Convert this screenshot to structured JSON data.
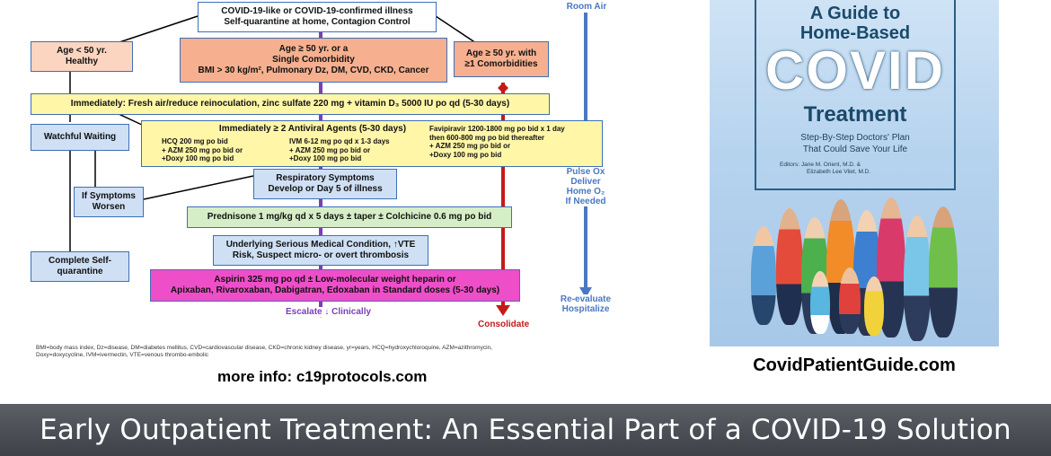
{
  "flowchart": {
    "top_box": {
      "line1": "COVID-19-like or COVID-19-confirmed illness",
      "line2": "Self-quarantine at home, Contagion Control"
    },
    "age_under_50": {
      "line1": "Age < 50 yr.",
      "line2": "Healthy"
    },
    "age_over_50_single": {
      "line1": "Age ≥ 50 yr. or a",
      "line2": "Single Comorbidity",
      "line3": "BMI > 30 kg/m², Pulmonary Dz, DM, CVD, CKD, Cancer"
    },
    "age_over_50_multi": {
      "line1": "Age ≥ 50 yr. with",
      "line2": "≥1 Comorbidities"
    },
    "immediately_fresh_air": "Immediately:  Fresh air/reduce reinoculation, zinc sulfate 220 mg + vitamin D₃ 5000 IU po qd  (5-30 days)",
    "watchful_waiting": "Watchful Waiting",
    "antiviral": {
      "header": "Immediately ≥ 2 Antiviral Agents (5-30 days)",
      "hcq": [
        "HCQ 200 mg po bid",
        "+ AZM 250 mg po bid or",
        "+Doxy 100 mg po bid"
      ],
      "ivm": [
        "IVM 6-12 mg po qd x 1-3 days",
        "+ AZM 250 mg po bid or",
        "+Doxy 100 mg po bid"
      ],
      "favipiravir": [
        "Favipiravir 1200-1800 mg po bid x 1 day",
        "then 600-800  mg po bid thereafter",
        "+ AZM 250 mg po bid or",
        "+Doxy 100 mg po bid"
      ]
    },
    "respiratory": {
      "line1": "Respiratory Symptoms",
      "line2": "Develop or Day 5 of illness"
    },
    "if_symptoms_worsen": {
      "line1": "If Symptoms",
      "line2": "Worsen"
    },
    "prednisone": "Prednisone 1 mg/kg qd x 5 days ± taper ± Colchicine 0.6 mg po bid",
    "underlying": {
      "line1": "Underlying Serious Medical Condition, ↑VTE",
      "line2": "Risk, Suspect micro- or overt thrombosis"
    },
    "complete_self_quarantine": {
      "line1": "Complete Self-",
      "line2": "quarantine"
    },
    "aspirin": {
      "line1": "Aspirin 325 mg po qd ± Low-molecular weight heparin or",
      "line2": "Apixaban, Rivaroxaban, Dabigatran, Edoxaban in Standard doses (5-30 days)"
    },
    "escalate": "Escalate ↓ Clinically",
    "consolidate": "Consolidate",
    "side_labels": {
      "room_air": "Room Air",
      "pulse_ox": [
        "Pulse Ox",
        "Deliver",
        "Home O₂",
        "If Needed"
      ],
      "reevaluate": [
        "Re-evaluate",
        "Hospitalize"
      ]
    },
    "footnote": [
      "BMI=body mass index, Dz=disease, DM=diabetes mellitus, CVD=cardiovascular disease, CKD=chronic kidney disease, yr=years, HCQ=hydroxychloroquine, AZM=azithromycin,",
      "Doxy=doxycycline, IVM=ivermectin, VTE=venous thrombo-embolic"
    ],
    "more_info": "more info: c19protocols.com"
  },
  "book": {
    "title1": "A Guide to",
    "title2": "Home-Based",
    "title3": "COVID",
    "title4": "Treatment",
    "subtitle1": "Step-By-Step Doctors' Plan",
    "subtitle2": "That Could Save Your Life",
    "editors_label": "Editors:",
    "editor1": "Jane M. Orient, M.D. &",
    "editor2": "Elizabeth Lee Vliet, M.D.",
    "site": "CovidPatientGuide.com"
  },
  "banner": "Early Outpatient Treatment: An Essential Part of a COVID-19 Solution",
  "colors": {
    "blue_border": "#3f6fb5",
    "peach": "#fbd5c0",
    "salmon": "#f6b08f",
    "yellow": "#fff6a8",
    "light_blue": "#cfe0f5",
    "green": "#d6eec8",
    "magenta": "#ee4fc9",
    "purple": "#7b3fb5",
    "red": "#c51a1a"
  }
}
